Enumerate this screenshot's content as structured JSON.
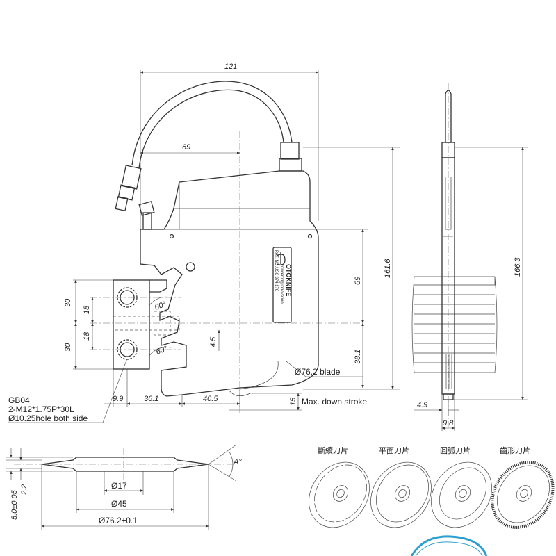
{
  "dimensions": {
    "width_121": "121",
    "width_69": "69",
    "height_161_6": "161.6",
    "height_69": "69",
    "height_38_1": "38.1",
    "height_166_3": "166.3",
    "spacing_30_top": "30",
    "spacing_30_bottom": "30",
    "spacing_18_top": "18",
    "spacing_18_bottom": "18",
    "offset_4_5": "4.5",
    "offset_9_9": "9.9",
    "offset_36_1": "36.1",
    "offset_40_5": "40.5",
    "stroke_15": "15",
    "side_4_9": "4.9",
    "side_9_8": "9.8",
    "angle_top": "60°",
    "angle_bottom": "60°"
  },
  "callouts": {
    "blade": "Ø76.2 blade",
    "stroke": "Max. down stroke",
    "gb_line1": "GB04",
    "gb_line2": "2-M12*1.75P*30L",
    "gb_line3": "Ø10.25hole both side"
  },
  "nameplate": {
    "brand": "OTOKNIFE",
    "tagline": "converting innovation",
    "patent": "PAT. NO.US6 374 176"
  },
  "blade_section": {
    "dia_17": "Ø17",
    "dia_45": "Ø45",
    "dia_76": "Ø76.2±0.1",
    "thk_2_2": "2.2",
    "thk_5": "5.0±0.05",
    "angle": "A°"
  },
  "blade_types": [
    {
      "label": "斷續刀片"
    },
    {
      "label": "平面刀片"
    },
    {
      "label": "圓弧刀片"
    },
    {
      "label": "齒形刀片"
    }
  ],
  "colors": {
    "line": "#333333",
    "accent_ring": "#2a9fd0"
  }
}
